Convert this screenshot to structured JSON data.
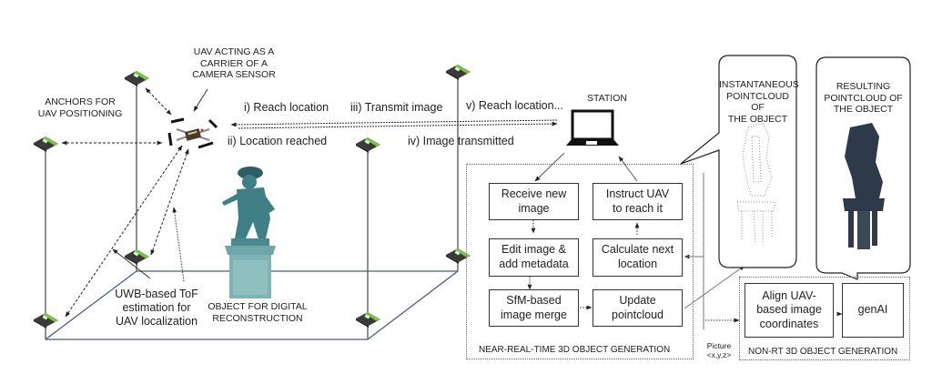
{
  "annotations": {
    "uav_carrier": "UAV ACTING AS A\nCARRIER OF A\nCAMERA SENSOR",
    "anchors": "ANCHORS FOR\nUAV POSITIONING",
    "uwb": "UWB-based ToF\nestimation for\nUAV localization",
    "object": "OBJECT FOR DIGITAL\nRECONSTRUCTION",
    "station": "STATION"
  },
  "messages": {
    "m1": "i) Reach location",
    "m2": "ii) Location reached",
    "m3": "iii) Transmit image",
    "m4": "iv) Image transmitted",
    "m5": "v) Reach location..."
  },
  "near_rt": {
    "title": "NEAR-REAL-TIME 3D OBJECT GENERATION",
    "boxes": {
      "receive": "Receive new\nimage",
      "instruct": "Instruct UAV\nto reach it",
      "edit": "Edit image &\nadd metadata",
      "calculate": "Calculate next\nlocation",
      "sfm": "SfM-based\nimage merge",
      "update": "Update\npointcloud"
    }
  },
  "non_rt": {
    "title": "NON-RT 3D OBJECT GENERATION",
    "boxes": {
      "align": "Align UAV-\nbased image\ncoordinates",
      "genai": "genAI"
    }
  },
  "picture_label": "Picture\n<x,y,z>",
  "bubbles": {
    "instantaneous": "INSTANTANEOUS\nPOINTCLOUD OF\nTHE OBJECT",
    "resulting": "RESULTING\nPOINTCLOUD OF\nTHE OBJECT"
  },
  "colors": {
    "anchor_green": "#7bc142",
    "anchor_dark": "#3a3a3a",
    "floor_line": "#4a5a80",
    "statue": "#3f7f86",
    "pedestal": "#6fa6a8",
    "resulting_cloud": "#2e3a4a"
  }
}
